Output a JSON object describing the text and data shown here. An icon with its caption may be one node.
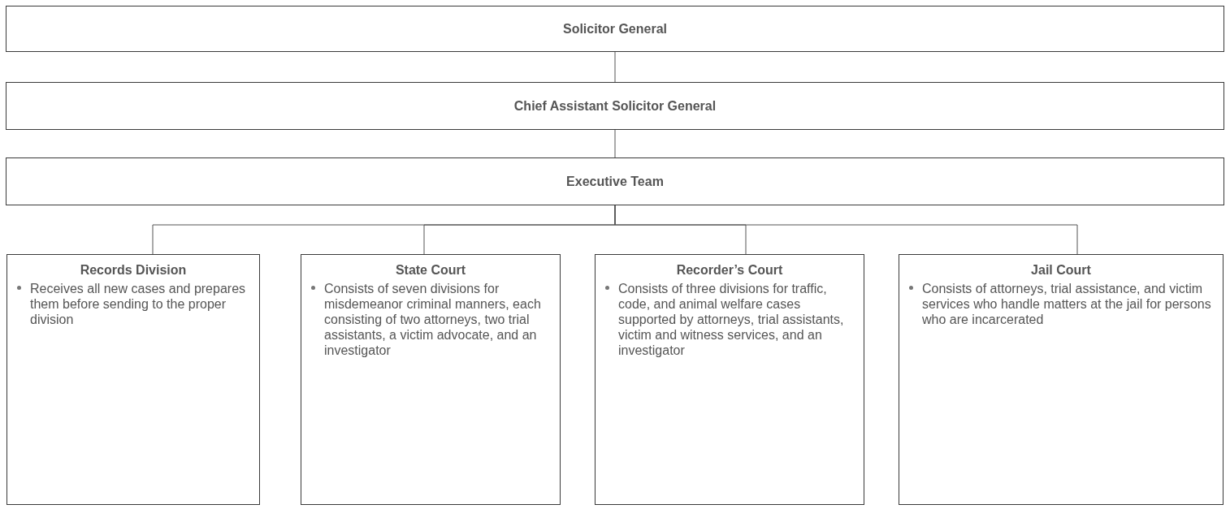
{
  "diagram": {
    "nodes": [
      {
        "text": [
          "Solicitor General"
        ]
      },
      {
        "text": [
          "Chief Assistant Solicitor General"
        ]
      },
      {
        "text": [
          "Executive Team"
        ]
      },
      {
        "text": [
          "Records Division",
          "Receives all new cases and prepares them before sending to the proper division"
        ]
      },
      {
        "text": [
          "State Court",
          "Consists of seven divisions for misdemeanor criminal manners, each consisting of two attorneys, two trial assistants, a victim advocate, and an investigator"
        ]
      },
      {
        "text": [
          "Recorder’s Court",
          "Consists of three divisions for traffic, code, and animal welfare cases supported by attorneys, trial assistants, victim and witness services, and an investigator"
        ]
      },
      {
        "text": [
          "Jail Court",
          "Consists of attorneys, trial assistance, and victim services who handle matters at the jail for persons who are incarcerated"
        ]
      }
    ],
    "edges": [
      {
        "from": 0,
        "to": 1,
        "arrow": "none"
      },
      {
        "from": 1,
        "to": 2,
        "arrow": "none"
      },
      {
        "from": 2,
        "to": 3,
        "arrow": "none"
      },
      {
        "from": 2,
        "to": 4,
        "arrow": "none"
      },
      {
        "from": 2,
        "to": 5,
        "arrow": "none"
      },
      {
        "from": 2,
        "to": 6,
        "arrow": "none"
      }
    ]
  }
}
